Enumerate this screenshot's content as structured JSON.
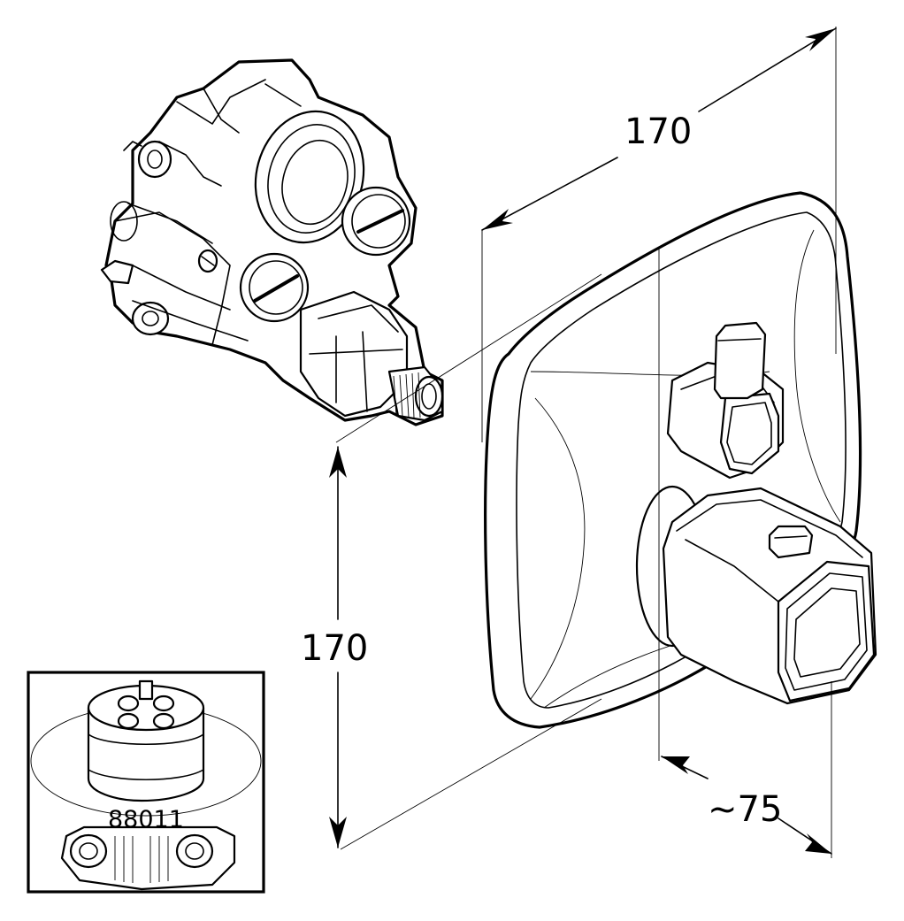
{
  "dimensions": {
    "width": "170",
    "height": "170",
    "depth": "~75"
  },
  "inset": {
    "part_number": "88011"
  }
}
